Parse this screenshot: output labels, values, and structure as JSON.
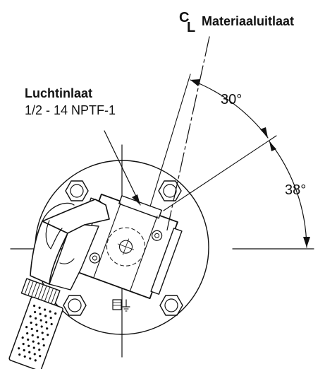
{
  "labels": {
    "centerline_symbol_c": "C",
    "centerline_symbol_l": "L",
    "material_outlet": "Materiaaluitlaat",
    "air_inlet_title": "Luchtinlaat",
    "air_inlet_spec": "1/2 - 14 NPTF-1",
    "angle_30": "30°",
    "angle_38": "38°"
  },
  "colors": {
    "line": "#111111",
    "fill_light": "#f2f2f2",
    "background": "#ffffff"
  }
}
